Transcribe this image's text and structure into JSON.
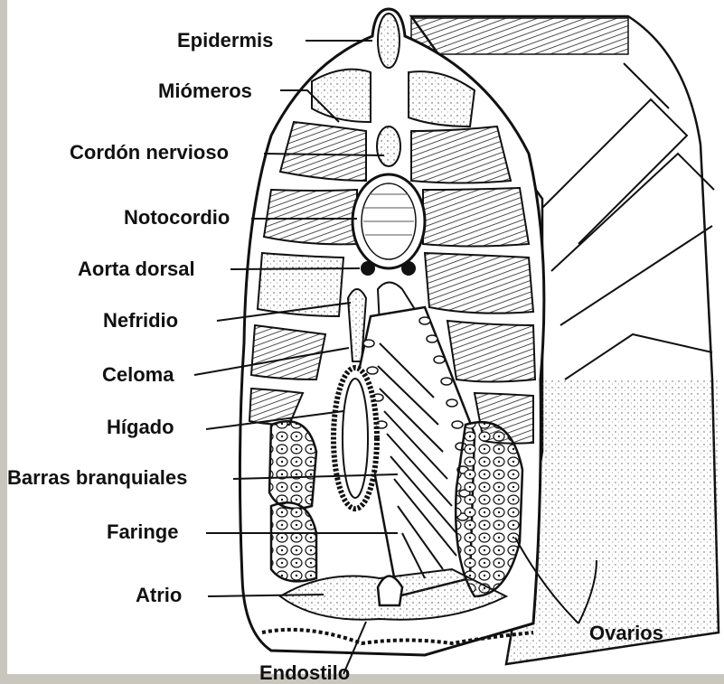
{
  "labels": {
    "epidermis": "Epidermis",
    "miomeros": "Miómeros",
    "cordon": "Cordón nervioso",
    "notocordio": "Notocordio",
    "aorta": "Aorta dorsal",
    "nefridio": "Nefridio",
    "celoma": "Celoma",
    "higado": "Hígado",
    "barras": "Barras branquiales",
    "faringe": "Faringe",
    "atrio": "Atrio",
    "ovarios": "Ovarios",
    "endostilo": "Endostilo"
  },
  "colors": {
    "background": "#c9c6be",
    "paper": "#ffffff",
    "ink": "#111111"
  }
}
